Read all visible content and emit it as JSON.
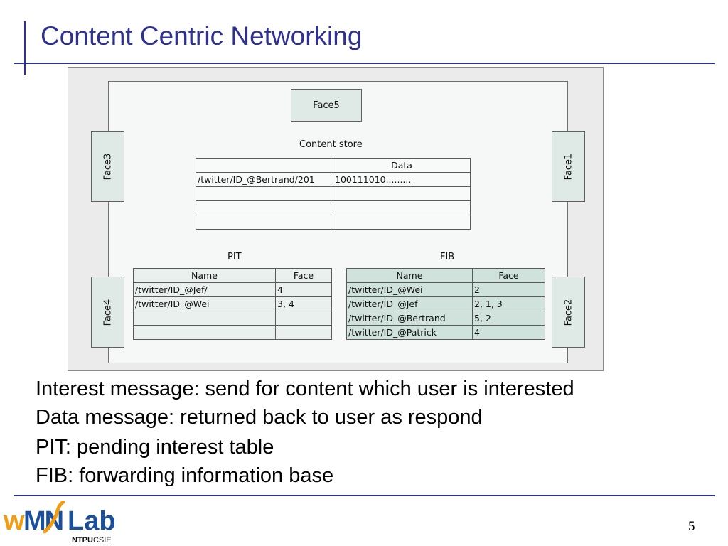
{
  "slide": {
    "title": "Content Centric Networking",
    "page_number": "5"
  },
  "figure": {
    "faces": {
      "face5": "Face5",
      "face3": "Face3",
      "face1": "Face1",
      "face4": "Face4",
      "face2": "Face2"
    },
    "content_store": {
      "title": "Content store",
      "headers": [
        "",
        "Data"
      ],
      "rows": [
        [
          "/twitter/ID_@Bertrand/201",
          "100111010........."
        ],
        [
          "",
          ""
        ],
        [
          "",
          ""
        ],
        [
          "",
          ""
        ]
      ]
    },
    "pit": {
      "title": "PIT",
      "headers": [
        "Name",
        "Face"
      ],
      "rows": [
        [
          "/twitter/ID_@Jef/",
          "4"
        ],
        [
          "/twitter/ID_@Wei",
          "3, 4"
        ],
        [
          "",
          ""
        ],
        [
          "",
          ""
        ]
      ]
    },
    "fib": {
      "title": "FIB",
      "headers": [
        "Name",
        "Face"
      ],
      "rows": [
        [
          "/twitter/ID_@Wei",
          "2"
        ],
        [
          "/twitter/ID_@Jef",
          "2, 1, 3"
        ],
        [
          "/twitter/ID_@Bertrand",
          "5, 2"
        ],
        [
          "/twitter/ID_@Patrick",
          "4"
        ]
      ]
    }
  },
  "bullets": [
    "Interest message: send for content which user is interested",
    "Data message: returned back to user as respond",
    "PIT: pending interest table",
    "FIB: forwarding information base"
  ],
  "logo": {
    "text_w": "w",
    "text_mn": "MN",
    "text_lab": "Lab",
    "subtext_bold": "NTPU",
    "subtext": "CSIE",
    "colors": {
      "orange": "#f39c12",
      "blue": "#1b4f9c"
    }
  },
  "colors": {
    "accent": "#2e3192"
  }
}
